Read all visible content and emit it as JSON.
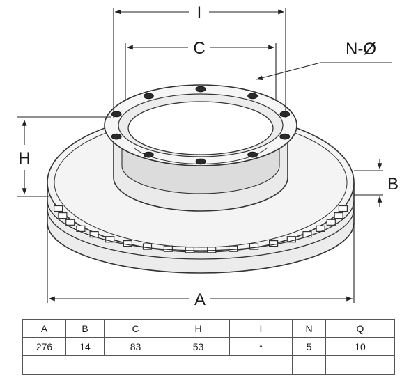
{
  "labels": {
    "outer_diameter": "A",
    "thickness": "B",
    "pcd": "C",
    "height": "H",
    "inner": "I",
    "bolt_holes": "N-Ø"
  },
  "table": {
    "headers": [
      "A",
      "B",
      "C",
      "H",
      "I",
      "N",
      "Q"
    ],
    "values": [
      "276",
      "14",
      "83",
      "53",
      "*",
      "5",
      "10"
    ]
  }
}
